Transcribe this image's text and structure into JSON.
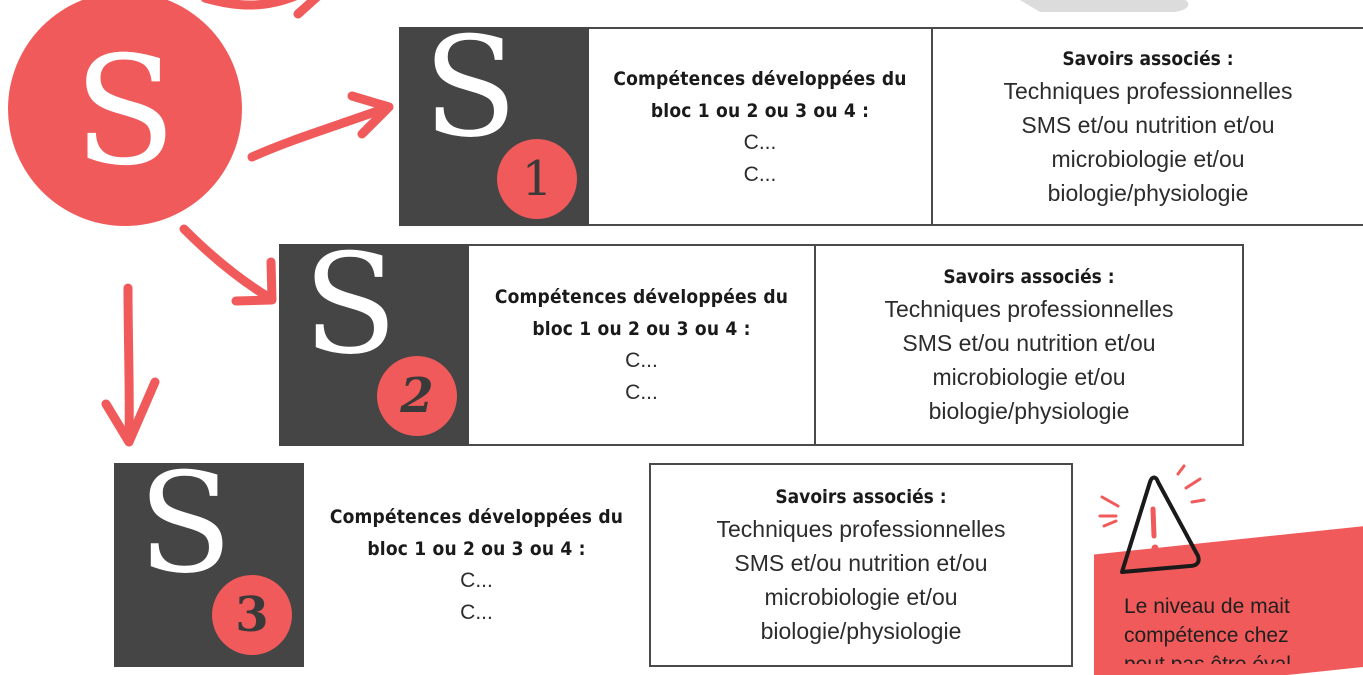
{
  "main_badge": {
    "letter": "S"
  },
  "rows": [
    {
      "badge_letter": "S",
      "badge_number": "1",
      "competences": {
        "heading_line1": "Compétences développées du",
        "heading_line2": "bloc 1 ou 2 ou 3 ou 4 :",
        "items": [
          "C...",
          "C..."
        ]
      },
      "savoirs": {
        "heading": "Savoirs associés :",
        "lines": [
          "Techniques professionnelles",
          "SMS et/ou nutrition et/ou",
          "microbiologie et/ou",
          "biologie/physiologie"
        ]
      }
    },
    {
      "badge_letter": "S",
      "badge_number": "2",
      "competences": {
        "heading_line1": "Compétences développées du",
        "heading_line2": "bloc 1 ou 2 ou 3 ou 4 :",
        "items": [
          "C...",
          "C..."
        ]
      },
      "savoirs": {
        "heading": "Savoirs associés :",
        "lines": [
          "Techniques professionnelles",
          "SMS et/ou nutrition et/ou",
          "microbiologie et/ou",
          "biologie/physiologie"
        ]
      }
    },
    {
      "badge_letter": "S",
      "badge_number": "3",
      "competences": {
        "heading_line1": "Compétences développées du",
        "heading_line2": "bloc 1 ou 2 ou 3 ou 4 :",
        "items": [
          "C...",
          "C..."
        ]
      },
      "savoirs": {
        "heading": "Savoirs associés :",
        "lines": [
          "Techniques professionnelles",
          "SMS et/ou nutrition et/ou",
          "microbiologie et/ou",
          "biologie/physiologie"
        ]
      }
    }
  ],
  "warning": {
    "icon": "warning-triangle-icon",
    "lines": [
      "Le niveau de mait",
      "compétence chez",
      "peut pas être éval"
    ]
  },
  "colors": {
    "accent": "#f15a5a",
    "dark": "#454545",
    "border": "#4a4a4a"
  }
}
